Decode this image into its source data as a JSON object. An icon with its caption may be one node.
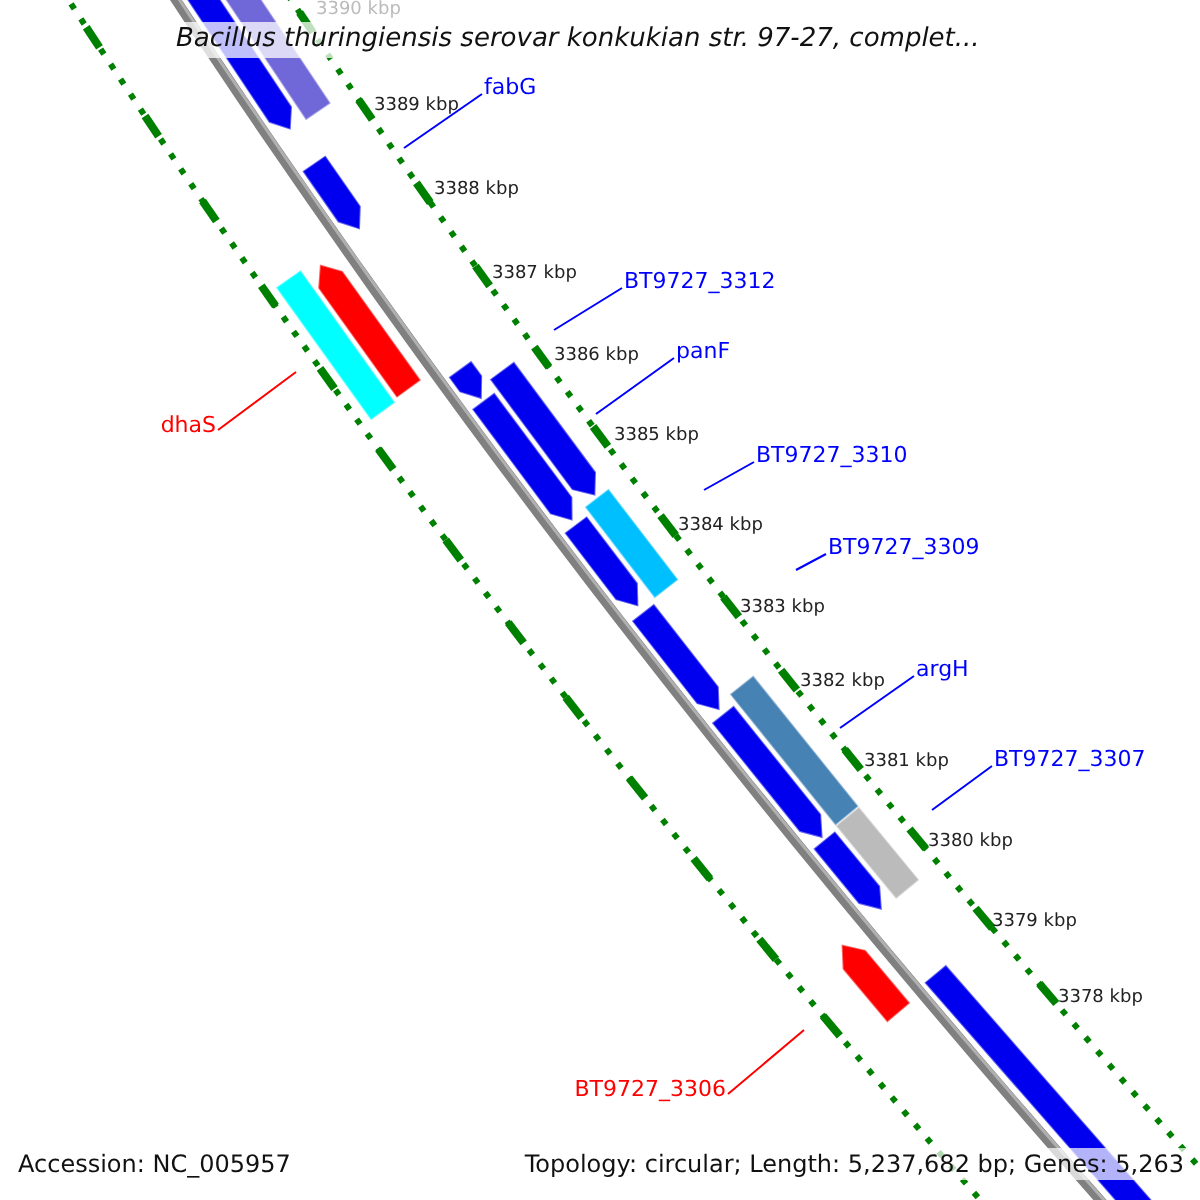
{
  "diagram": {
    "title": "Bacillus thuringiensis serovar konkukian str. 97-27, complet...",
    "nodes": [
      {
        "text": [
          "fabG"
        ]
      },
      {
        "text": [
          "BT9727_3312"
        ]
      },
      {
        "text": [
          "panF"
        ]
      },
      {
        "text": [
          "dhaS"
        ]
      },
      {
        "text": [
          "BT9727_3310"
        ]
      },
      {
        "text": [
          "BT9727_3309"
        ]
      },
      {
        "text": [
          "argH"
        ]
      },
      {
        "text": [
          "BT9727_3307"
        ]
      },
      {
        "text": [
          "BT9727_3306"
        ]
      }
    ],
    "edges": [
      {
        "from": 0,
        "to": null,
        "arrow": "none"
      },
      {
        "from": 1,
        "to": null,
        "arrow": "none"
      },
      {
        "from": 2,
        "to": null,
        "arrow": "none"
      },
      {
        "from": 3,
        "to": null,
        "arrow": "none",
        "color": "#ff0000"
      },
      {
        "from": 4,
        "to": null,
        "arrow": "none"
      },
      {
        "from": 5,
        "to": null,
        "arrow": "none"
      },
      {
        "from": 6,
        "to": null,
        "arrow": "none"
      },
      {
        "from": 7,
        "to": null,
        "arrow": "none"
      },
      {
        "from": 8,
        "to": null,
        "arrow": "none",
        "color": "#ff0000"
      }
    ],
    "labels": [
      "3390 kbp",
      "3389 kbp",
      "3388 kbp",
      "3387 kbp",
      "3386 kbp",
      "3385 kbp",
      "3384 kbp",
      "3383 kbp",
      "3382 kbp",
      "3381 kbp",
      "3380 kbp",
      "3379 kbp",
      "3378 kbp",
      "Accession: NC_005957",
      "Topology: circular; Length: 5,237,682 bp; Genes: 5,263"
    ]
  }
}
